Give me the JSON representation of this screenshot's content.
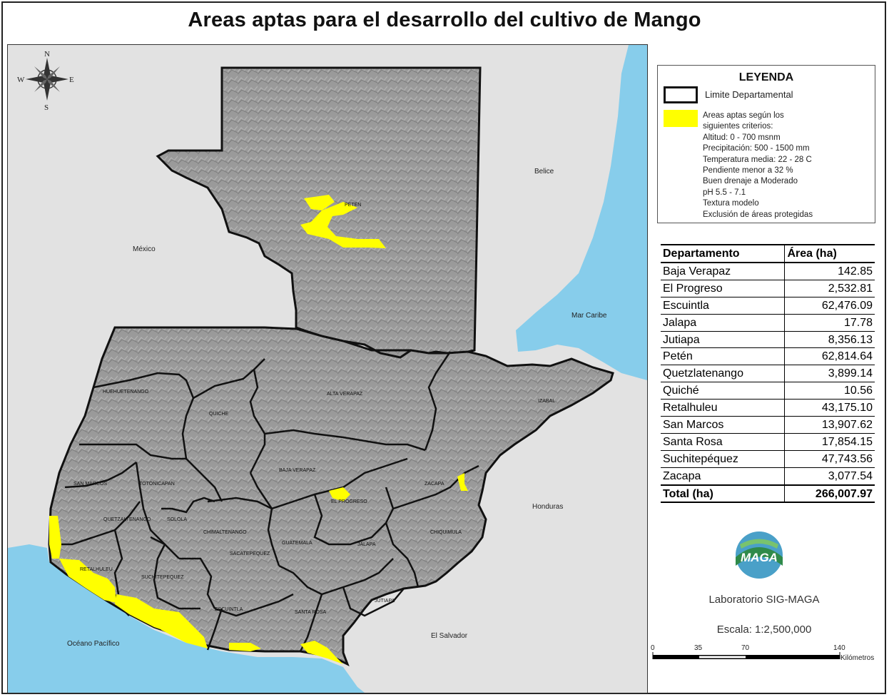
{
  "title": "Areas aptas para el desarrollo del cultivo de Mango",
  "compass": {
    "n": "N",
    "s": "S",
    "e": "E",
    "w": "W"
  },
  "map_labels": {
    "mexico": "México",
    "belice": "Belice",
    "mar_caribe": "Mar Caribe",
    "honduras": "Honduras",
    "el_salvador": "El Salvador",
    "oceano_pacifico": "Océano Pacífico",
    "peten": "PETEN",
    "alta_verapaz": "ALTA VERAPAZ",
    "izabal": "IZABAL",
    "huehuetenango": "HUEHUETENANGO",
    "quiche": "QUICHE",
    "san_marcos": "SAN MARCOS",
    "totonicapan": "TOTONICAPAN",
    "quetzaltenango": "QUETZALTENANGO",
    "solola": "SOLOLA",
    "chimaltenango": "CHIMALTENANGO",
    "sacatepequez": "SACATEPEQUEZ",
    "guatemala": "GUATEMALA",
    "baja_verapaz": "BAJA VERAPAZ",
    "el_progreso": "EL PROGRESO",
    "zacapa": "ZACAPA",
    "chiquimula": "CHIQUIMULA",
    "jalapa": "JALAPA",
    "jutiapa": "JUTIAPA",
    "santa_rosa": "SANTA ROSA",
    "escuintla": "ESCUINTLA",
    "suchitepequez": "SUCHITEPEQUEZ",
    "retalhuleu": "RETALHULEU"
  },
  "legend": {
    "title": "LEYENDA",
    "boundary_label": "Limite Departamental",
    "suitable_color": "#ffff00",
    "criteria": [
      "Areas aptas según los",
      "siguientes criterios:",
      "Altitud: 0 - 700 msnm",
      "Precipitación: 500 - 1500 mm",
      "Temperatura media: 22 - 28 C",
      "Pendiente menor a 32 %",
      "Buen drenaje a Moderado",
      "pH 5.5 - 7.1",
      "Textura modelo",
      "Exclusión de áreas protegidas"
    ]
  },
  "table": {
    "headers": [
      "Departamento",
      "Área (ha)"
    ],
    "rows": [
      [
        "Baja Verapaz",
        "142.85"
      ],
      [
        "El Progreso",
        "2,532.81"
      ],
      [
        "Escuintla",
        "62,476.09"
      ],
      [
        "Jalapa",
        "17.78"
      ],
      [
        "Jutiapa",
        "8,356.13"
      ],
      [
        "Petén",
        "62,814.64"
      ],
      [
        "Quetzlatenango",
        "3,899.14"
      ],
      [
        "Quiché",
        "10.56"
      ],
      [
        "Retalhuleu",
        "43,175.10"
      ],
      [
        "San Marcos",
        "13,907.62"
      ],
      [
        "Santa Rosa",
        "17,854.15"
      ],
      [
        "Suchitepéquez",
        "47,743.56"
      ],
      [
        "Zacapa",
        "3,077.54"
      ]
    ],
    "total": [
      "Total (ha)",
      "266,007.97"
    ]
  },
  "logo_text": "MAGA",
  "lab_text": "Laboratorio SIG-MAGA",
  "scale_text": "Escala: 1:2,500,000",
  "scalebar": {
    "ticks": [
      "0",
      "35",
      "70",
      "140"
    ],
    "unit": "Kilómetros"
  },
  "colors": {
    "terrain": "#9a9a9a",
    "water": "#87cdeb",
    "outside": "#e2e2e2",
    "suitable": "#ffff00"
  }
}
